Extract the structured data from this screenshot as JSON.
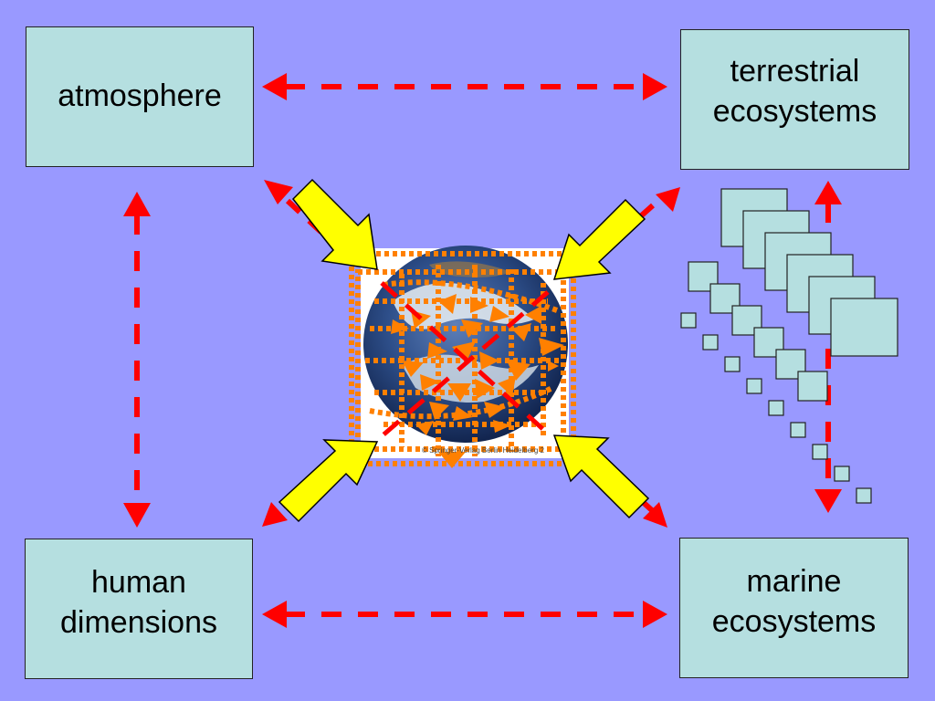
{
  "nodes": {
    "atmosphere": "atmosphere",
    "terrestrial": "terrestrial\necosystems",
    "human": "human\ndimensions",
    "marine": "marine\necosystems"
  },
  "earth_image": {
    "credit": "© Springer-Verlag Berlin Heidelberg 2"
  },
  "colors": {
    "background": "#9999ff",
    "box_fill": "#b5dfe0",
    "dashed_arrow": "#ff0000",
    "inflow_arrow": "#ffff00",
    "overlay": "#ff8000"
  },
  "icons": [
    "earth-photo",
    "stacked-squares-graphic"
  ]
}
